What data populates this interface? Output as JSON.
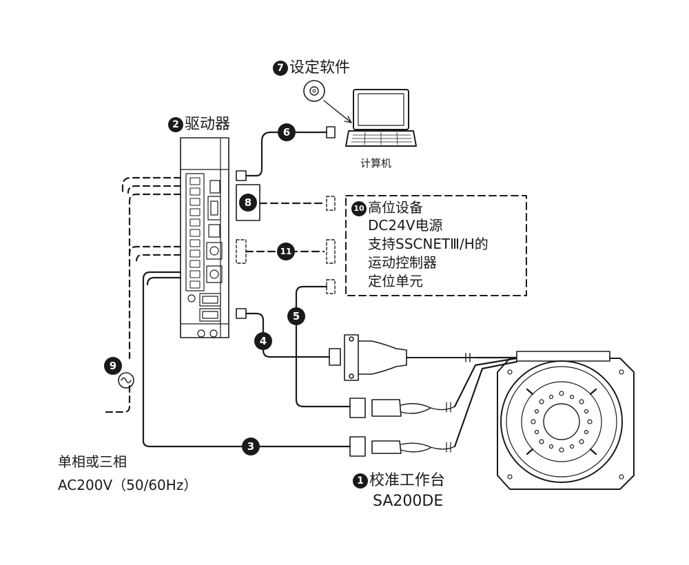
{
  "labels": {
    "software": "设定软件",
    "software_num": "7",
    "driver": "驱动器",
    "driver_num": "2",
    "computer": "计算机",
    "higher_device_title": "高位设备",
    "higher_device_num": "10",
    "higher_device_items": [
      "DC24V电源",
      "支持SSCNETⅢ/H的",
      "运动控制器",
      "定位单元"
    ],
    "power_line1": "单相或三相",
    "power_line2": "AC200V（50/60Hz）",
    "table_name": "校准工作台",
    "table_num": "1",
    "table_model": "SA200DE"
  },
  "cable_numbers": [
    "3",
    "4",
    "5",
    "6",
    "8",
    "9",
    "11"
  ],
  "colors": {
    "ink": "#1a1a1a",
    "background": "#ffffff"
  }
}
